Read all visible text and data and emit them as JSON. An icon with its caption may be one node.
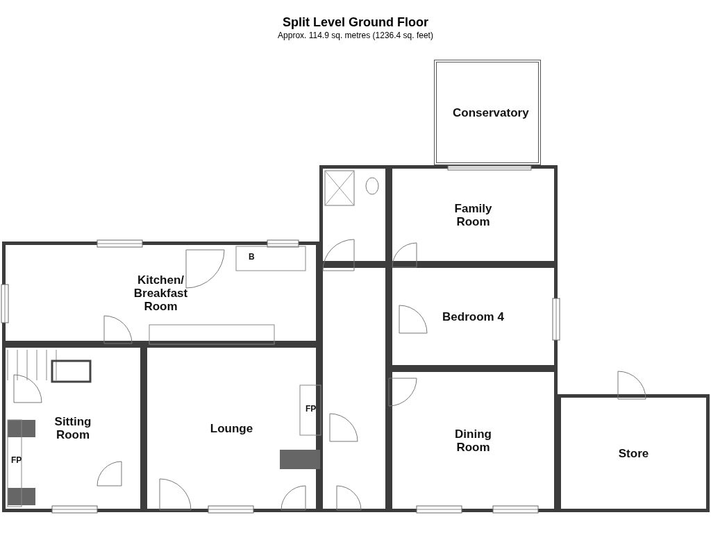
{
  "diagram": {
    "title": "Split Level Ground Floor",
    "caption": "Approx. 114.9 sq. metres (1236.4 sq. feet)",
    "nodes": [
      {
        "text": [
          "Conservatory"
        ]
      },
      {
        "text": [],
        "shape": "box"
      },
      {
        "text": [
          "Family Room"
        ]
      },
      {
        "text": [
          "Kitchen/ Breakfast Room"
        ]
      },
      {
        "text": [
          "Bedroom 4"
        ]
      },
      {
        "text": [],
        "shape": "box"
      },
      {
        "text": [
          "Sitting Room"
        ]
      },
      {
        "text": [
          "Lounge"
        ]
      },
      {
        "text": [
          "Dining Room"
        ]
      },
      {
        "text": [
          "Store"
        ]
      }
    ],
    "labels": [
      "B",
      "FP",
      "FP"
    ]
  }
}
